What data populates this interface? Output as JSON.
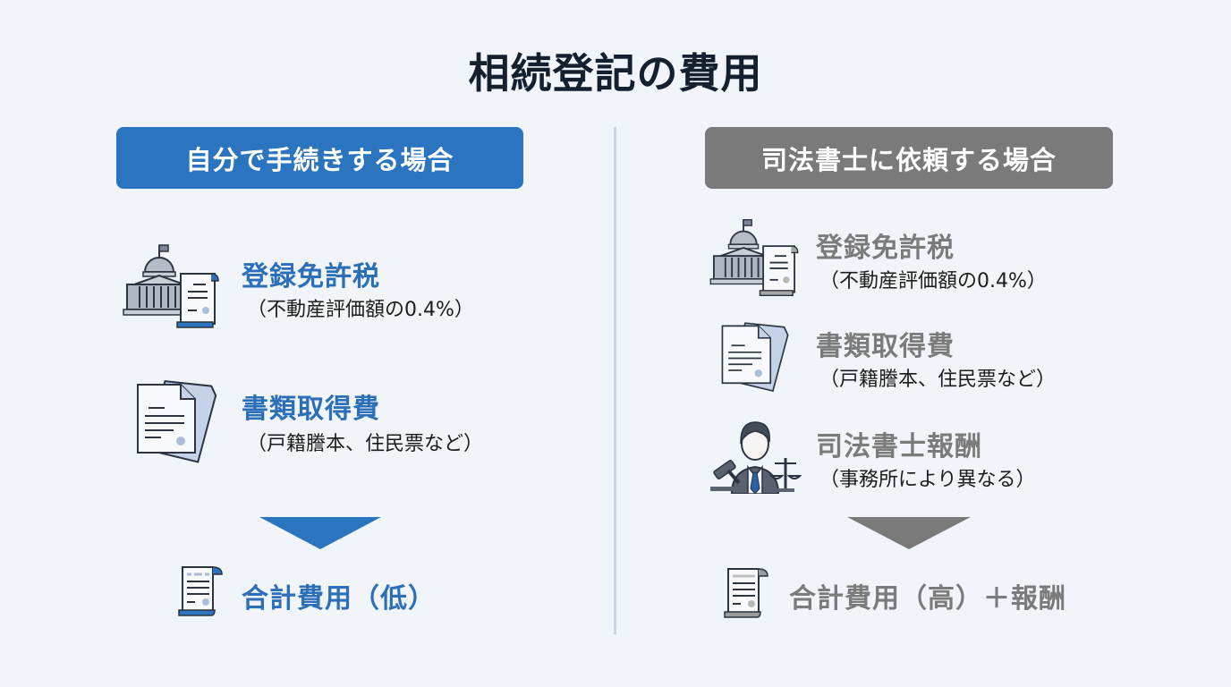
{
  "title": "相続登記の費用",
  "colors": {
    "self_accent": "#2b74bf",
    "self_text": "#2b6fb8",
    "scrivener_accent": "#7a7a7a",
    "scrivener_text": "#7b7b7b",
    "background": "#f1f5f9",
    "divider": "#cbd5e1"
  },
  "left": {
    "header": "自分で手続きする場合",
    "items": [
      {
        "icon": "government-building-document-icon",
        "name": "登録免許税",
        "note": "（不動産評価額の0.4%）"
      },
      {
        "icon": "documents-icon",
        "name": "書類取得費",
        "note": "（戸籍謄本、住民票など）"
      }
    ],
    "arrow_icon": "down-arrow-icon",
    "total": {
      "icon": "scroll-receipt-icon",
      "label": "合計費用（低）"
    }
  },
  "right": {
    "header": "司法書士に依頼する場合",
    "items": [
      {
        "icon": "government-building-document-icon",
        "name": "登録免許税",
        "note": "（不動産評価額の0.4%）"
      },
      {
        "icon": "documents-icon",
        "name": "書類取得費",
        "note": "（戸籍謄本、住民票など）"
      },
      {
        "icon": "legal-professional-icon",
        "name": "司法書士報酬",
        "note": "（事務所により異なる）"
      }
    ],
    "arrow_icon": "down-arrow-icon",
    "total": {
      "icon": "scroll-receipt-icon",
      "label": "合計費用（高）＋報酬"
    }
  }
}
